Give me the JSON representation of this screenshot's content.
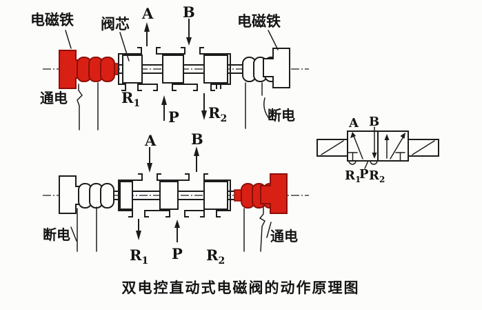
{
  "colors": {
    "solenoid_energized_red": "#d92015",
    "line_black": "#1c1c1c",
    "background": "#fcfcfa"
  },
  "top_diagram": {
    "electromagnet_left": "电磁铁",
    "valve_spool": "阀芯",
    "port_a": "A",
    "port_b": "B",
    "electromagnet_right": "电磁铁",
    "energized": "通电",
    "r_base": "R",
    "r1_sub": "1",
    "port_p": "P",
    "r2_sub": "2",
    "deenergized": "断电"
  },
  "bottom_diagram": {
    "deenergized": "断电",
    "port_a": "A",
    "port_b": "B",
    "r_base": "R",
    "r1_sub": "1",
    "port_p": "P",
    "r2_sub": "2",
    "energized": "通电"
  },
  "symbol": {
    "port_a": "A",
    "port_b": "B",
    "r_base": "R",
    "r1_sub": "1",
    "port_p": "P",
    "r2_sub": "2"
  },
  "caption": "双电控直动式电磁阀的动作原理图"
}
